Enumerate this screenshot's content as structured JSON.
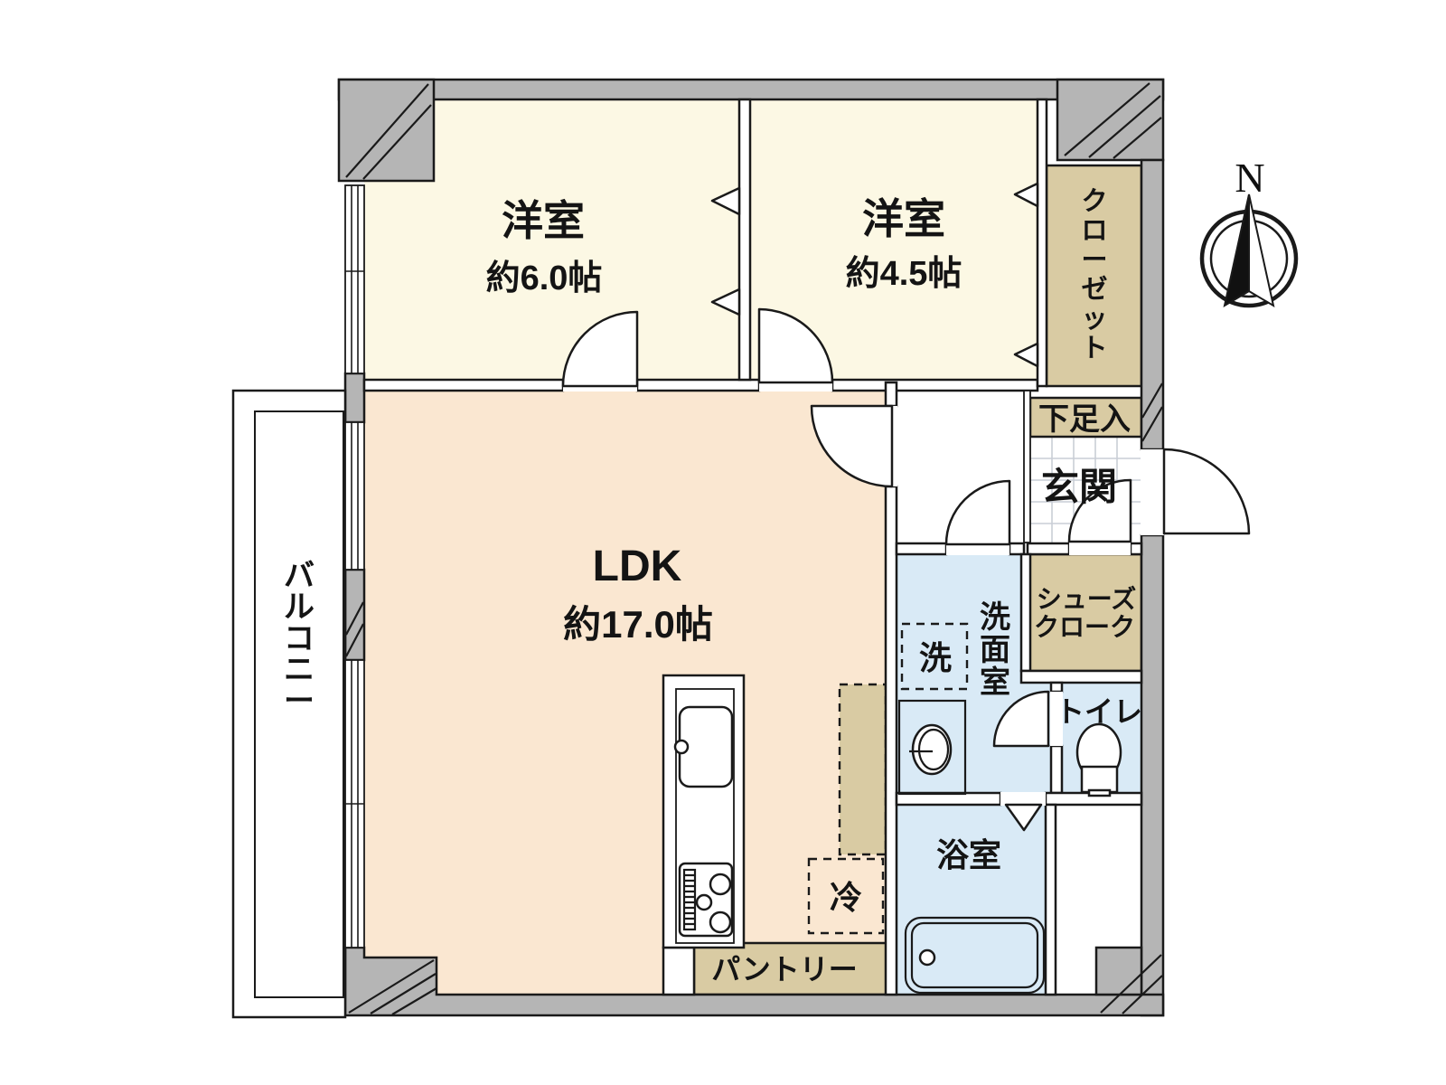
{
  "floorplan": {
    "rooms": {
      "bedroom1": {
        "label": "洋室",
        "area": "約6.0帖"
      },
      "bedroom2": {
        "label": "洋室",
        "area": "約4.5帖"
      },
      "ldk": {
        "label": "LDK",
        "area": "約17.0帖"
      },
      "closet": {
        "label": "クローゼット"
      },
      "shoe_box": {
        "label": "下足入"
      },
      "entrance": {
        "label": "玄関"
      },
      "shoe_cloak": {
        "label_line1": "シューズ",
        "label_line2": "クローク"
      },
      "washroom": {
        "label": "洗面室"
      },
      "washer_space": {
        "label": "洗"
      },
      "toilet": {
        "label": "トイレ"
      },
      "bathroom": {
        "label": "浴室"
      },
      "refrigerator_space": {
        "label": "冷"
      },
      "pantry": {
        "label": "パントリー"
      },
      "balcony": {
        "label": "バルコニー"
      }
    },
    "compass": {
      "label": "N"
    },
    "colors": {
      "bedroom": "#FCF8E4",
      "ldk": "#FAE7D1",
      "tan": "#D9CBA3",
      "wet": "#D9EAF6",
      "wall_gray": "#B5B5B5",
      "outline": "#1A1A1A",
      "tile_line": "#C9CED6"
    }
  }
}
